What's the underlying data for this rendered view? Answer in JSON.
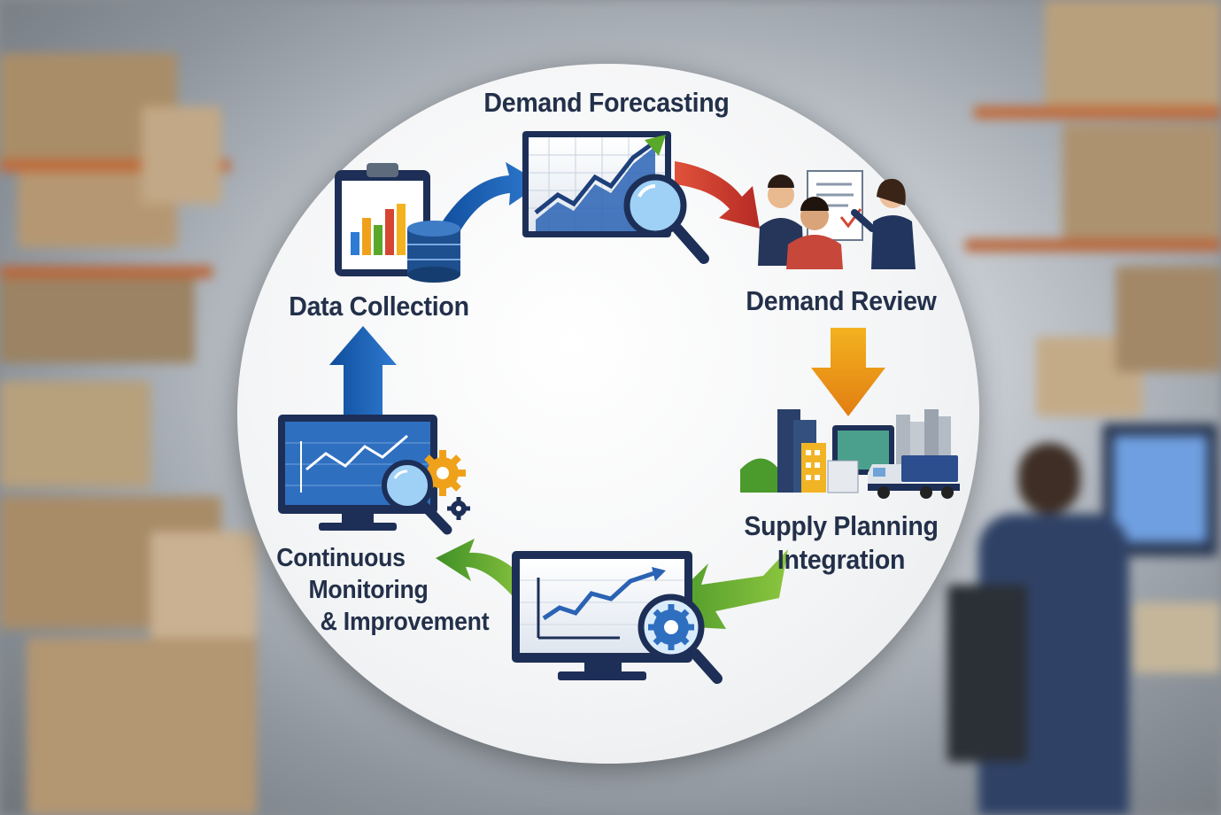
{
  "diagram": {
    "steps": [
      {
        "id": "data-collection",
        "label": "Data Collection",
        "icon": "clipboard-chart-database-icon"
      },
      {
        "id": "demand-forecasting",
        "label": "Demand Forecasting",
        "icon": "trend-chart-magnifier-icon"
      },
      {
        "id": "demand-review",
        "label": "Demand Review",
        "icon": "team-meeting-icon"
      },
      {
        "id": "supply-planning",
        "label_line1": "Supply Planning",
        "label_line2": "Integration",
        "icon": "factory-truck-icon"
      },
      {
        "id": "center-monitor",
        "icon": "monitor-gear-magnifier-icon"
      },
      {
        "id": "continuous-monitoring",
        "label_line1": "Continuous",
        "label_line2": "Monitoring",
        "label_line3": "& Improvement",
        "icon": "monitor-analytics-gear-icon"
      }
    ],
    "colors": {
      "label": "#23304a",
      "arrow_blue": "#1f5fae",
      "arrow_red": "#c8392b",
      "arrow_orange": "#f0a11a",
      "arrow_green": "#5aa82a",
      "navy": "#1d2f57"
    }
  }
}
